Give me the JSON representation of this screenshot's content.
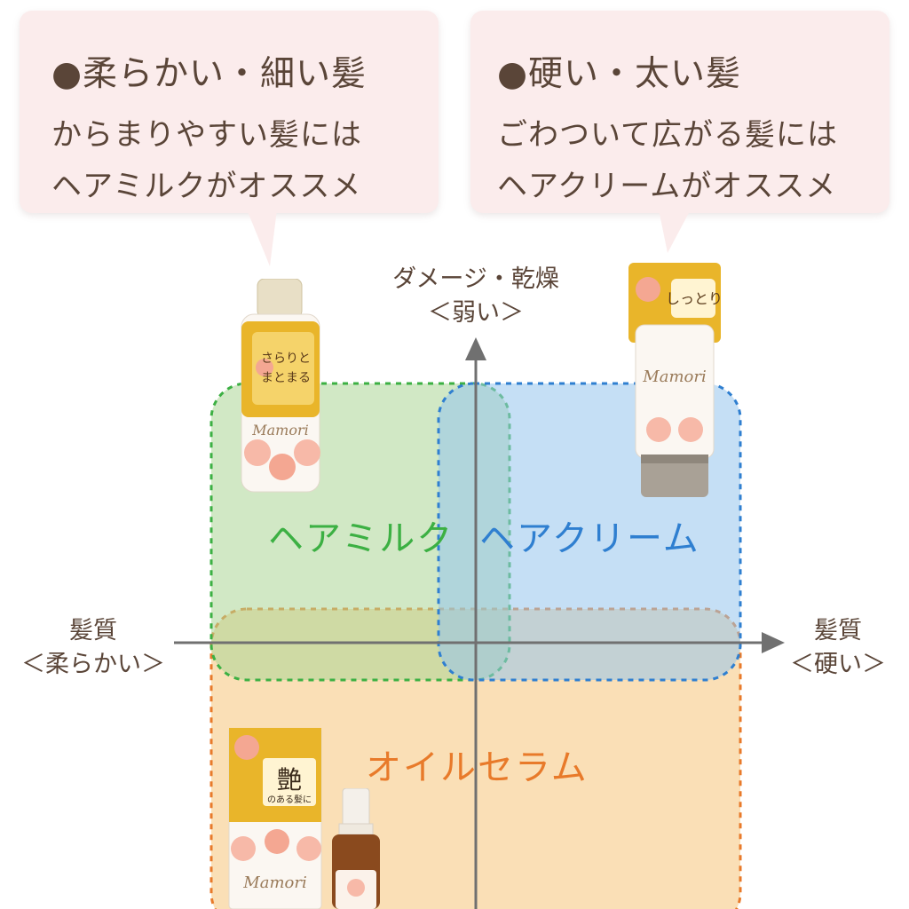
{
  "bubbles": {
    "left": {
      "title": "●柔らかい・細い髪",
      "line1": "からまりやすい髪には",
      "line2": "ヘアミルクがオススメ"
    },
    "right": {
      "title": "●硬い・太い髪",
      "line1": "ごわついて広がる髪には",
      "line2": "ヘアクリームがオススメ"
    }
  },
  "axes": {
    "top": {
      "line1": "ダメージ・乾燥",
      "line2": "＜弱い＞"
    },
    "left": {
      "line1": "髪質",
      "line2": "＜柔らかい＞"
    },
    "right": {
      "line1": "髪質",
      "line2": "＜硬い＞"
    }
  },
  "zones": {
    "milk": {
      "label": "ヘアミルク",
      "color": "#3cb043"
    },
    "cream": {
      "label": "ヘアクリーム",
      "color": "#2f7fd0"
    },
    "oil": {
      "label": "オイルセラム",
      "color": "#e87a2a"
    }
  },
  "products": {
    "milk_bottle": {
      "badge": "さらりと\nまとまる",
      "brand": "Mamori"
    },
    "cream_tube": {
      "badge": "しっとり",
      "brand": "Mamori"
    },
    "oil_box": {
      "badge": "艶",
      "sub": "のある髪に",
      "brand": "Mamori"
    }
  },
  "colors": {
    "bubble_bg": "#fbecec",
    "text": "#5a4538",
    "axis": "#6e6e6e",
    "gold": "#e9b52a"
  }
}
